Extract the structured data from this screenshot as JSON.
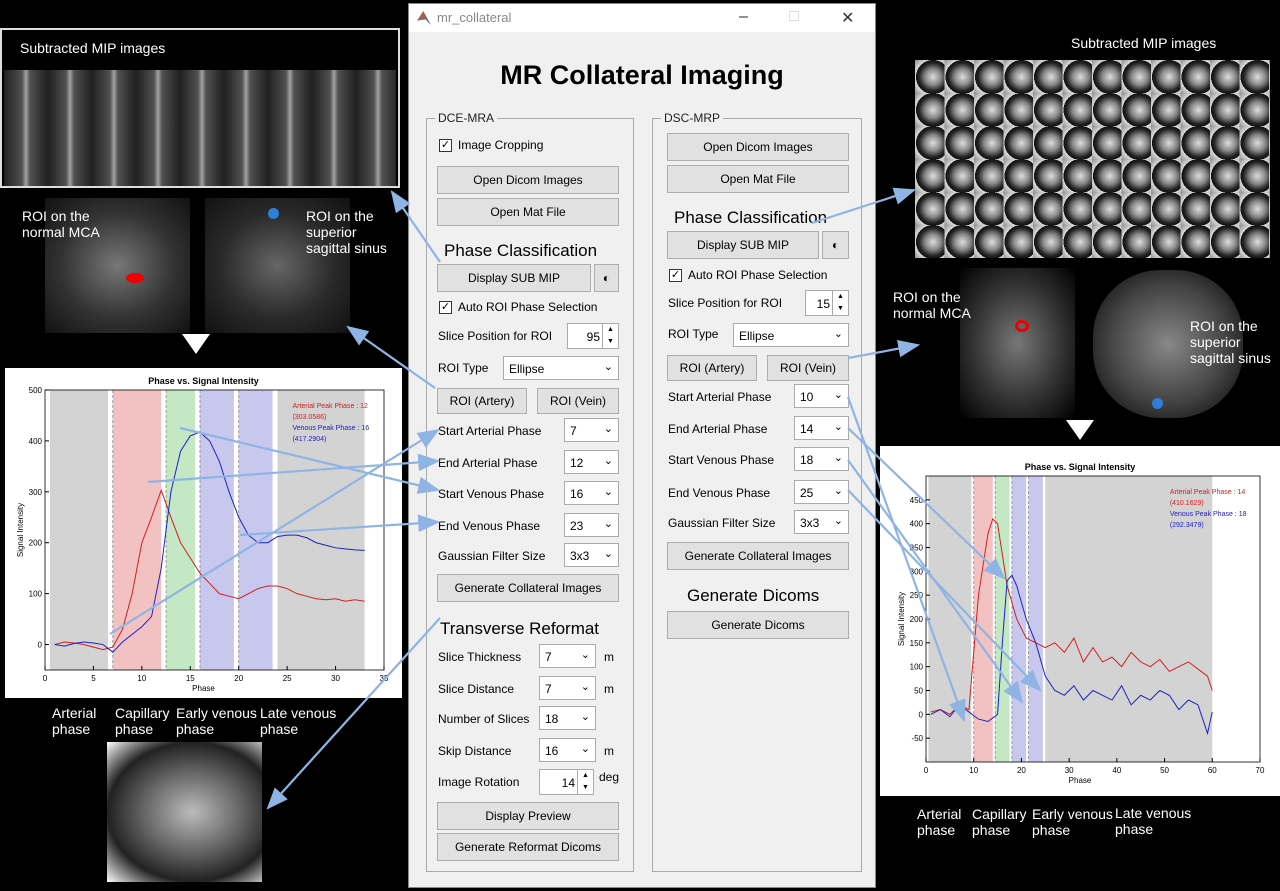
{
  "window": {
    "title": "mr_collateral",
    "app_title": "MR Collateral Imaging"
  },
  "dce": {
    "panel_title": "DCE-MRA",
    "image_cropping": "Image Cropping",
    "open_dicom": "Open Dicom Images",
    "open_mat": "Open Mat File",
    "phase_classification": "Phase Classification",
    "display_sub_mip": "Display SUB MIP",
    "auto_roi": "Auto ROI Phase Selection",
    "slice_position_label": "Slice Position for ROI",
    "slice_position": "95",
    "roi_type_label": "ROI Type",
    "roi_type": "Ellipse",
    "roi_artery": "ROI (Artery)",
    "roi_vein": "ROI (Vein)",
    "start_arterial_label": "Start Arterial Phase",
    "start_arterial": "7",
    "end_arterial_label": "End Arterial Phase",
    "end_arterial": "12",
    "start_venous_label": "Start Venous Phase",
    "start_venous": "16",
    "end_venous_label": "End Venous Phase",
    "end_venous": "23",
    "gaussian_label": "Gaussian Filter Size",
    "gaussian": "3x3",
    "generate_collateral": "Generate Collateral Images",
    "transverse_reformat": "Transverse Reformat",
    "slice_thickness_label": "Slice Thickness",
    "slice_thickness": "7",
    "slice_distance_label": "Slice Distance",
    "slice_distance": "7",
    "num_slices_label": "Number of Slices",
    "num_slices": "18",
    "skip_distance_label": "Skip Distance",
    "skip_distance": "16",
    "unit_m": "m",
    "image_rotation_label": "Image Rotation",
    "image_rotation": "14",
    "unit_deg": "deg",
    "display_preview": "Display Preview",
    "generate_reformat": "Generate Reformat Dicoms"
  },
  "dsc": {
    "panel_title": "DSC-MRP",
    "open_dicom": "Open Dicom Images",
    "open_mat": "Open Mat File",
    "phase_classification": "Phase Classification",
    "display_sub_mip": "Display SUB MIP",
    "auto_roi": "Auto ROI Phase Selection",
    "slice_position_label": "Slice Position for ROI",
    "slice_position": "15",
    "roi_type_label": "ROI Type",
    "roi_type": "Ellipse",
    "roi_artery": "ROI (Artery)",
    "roi_vein": "ROI (Vein)",
    "start_arterial_label": "Start Arterial Phase",
    "start_arterial": "10",
    "end_arterial_label": "End Arterial Phase",
    "end_arterial": "14",
    "start_venous_label": "Start Venous Phase",
    "start_venous": "18",
    "end_venous_label": "End Venous Phase",
    "end_venous": "25",
    "gaussian_label": "Gaussian Filter Size",
    "gaussian": "3x3",
    "generate_collateral": "Generate Collateral Images",
    "generate_dicoms_title": "Generate Dicoms",
    "generate_dicoms": "Generate Dicoms"
  },
  "captions": {
    "sub_mip_left": "Subtracted MIP images",
    "sub_mip_right": "Subtracted MIP images",
    "roi_mca_left": "ROI on the normal MCA",
    "roi_sss_left": "ROI on the superior sagittal sinus",
    "roi_mca_right": "ROI on the normal MCA",
    "roi_sss_right": "ROI on the superior sagittal sinus",
    "arterial": "Arterial phase",
    "capillary": "Capillary phase",
    "early_venous": "Early venous phase",
    "late_venous": "Late venous phase"
  },
  "chart_data": [
    {
      "type": "line",
      "title": "Phase vs. Signal Intensity",
      "xlabel": "Phase",
      "ylabel": "Signal Intensity",
      "xlim": [
        0,
        35
      ],
      "ylim": [
        -50,
        500
      ],
      "xticks": [
        0,
        5,
        10,
        15,
        20,
        25,
        30,
        35
      ],
      "yticks": [
        0,
        100,
        200,
        300,
        400,
        500
      ],
      "bands": [
        {
          "from": 0.5,
          "to": 6.5,
          "color": "#d3d3d3"
        },
        {
          "from": 7,
          "to": 12,
          "color": "#f2c2c2"
        },
        {
          "from": 12.5,
          "to": 15.5,
          "color": "#c4e8c4"
        },
        {
          "from": 16,
          "to": 19.5,
          "color": "#c8c8ee"
        },
        {
          "from": 20,
          "to": 23.5,
          "color": "#c8c8ee"
        },
        {
          "from": 24,
          "to": 33,
          "color": "#d3d3d3"
        }
      ],
      "annotations": [
        {
          "text": "Arterial Peak Phase : 12",
          "color": "#d02020"
        },
        {
          "text": "(303.0586)",
          "color": "#d02020"
        },
        {
          "text": "Venous Peak Phase : 16",
          "color": "#2020c0"
        },
        {
          "text": "(417.2904)",
          "color": "#2020c0"
        }
      ],
      "series": [
        {
          "color": "#d02020",
          "x": [
            1,
            2,
            3,
            4,
            5,
            6,
            7,
            8,
            9,
            10,
            11,
            12,
            13,
            14,
            15,
            16,
            17,
            18,
            19,
            20,
            21,
            22,
            23,
            24,
            25,
            26,
            27,
            28,
            29,
            30,
            31,
            32,
            33
          ],
          "y": [
            0,
            5,
            3,
            0,
            -5,
            -10,
            -5,
            30,
            100,
            200,
            250,
            303,
            250,
            200,
            170,
            140,
            120,
            100,
            95,
            90,
            100,
            110,
            115,
            115,
            110,
            100,
            95,
            90,
            88,
            90,
            85,
            88,
            85
          ]
        },
        {
          "color": "#2020c0",
          "x": [
            1,
            2,
            3,
            4,
            5,
            6,
            7,
            8,
            9,
            10,
            11,
            12,
            13,
            14,
            15,
            16,
            17,
            18,
            19,
            20,
            21,
            22,
            23,
            24,
            25,
            26,
            27,
            28,
            29,
            30,
            31,
            32,
            33
          ],
          "y": [
            0,
            -3,
            2,
            5,
            3,
            0,
            -15,
            5,
            20,
            35,
            55,
            150,
            300,
            380,
            410,
            417,
            400,
            360,
            300,
            250,
            215,
            200,
            200,
            212,
            215,
            215,
            210,
            200,
            195,
            190,
            188,
            186,
            185
          ]
        }
      ]
    },
    {
      "type": "line",
      "title": "Phase vs. Signal Intensity",
      "xlabel": "Phase",
      "ylabel": "Signal Intensity",
      "xlim": [
        0,
        70
      ],
      "ylim": [
        -100,
        500
      ],
      "xticks": [
        0,
        10,
        20,
        30,
        40,
        50,
        60,
        70
      ],
      "yticks": [
        -50,
        0,
        50,
        100,
        150,
        200,
        250,
        300,
        350,
        400,
        450
      ],
      "bands": [
        {
          "from": 0.5,
          "to": 9.5,
          "color": "#d3d3d3"
        },
        {
          "from": 10,
          "to": 14,
          "color": "#f2c2c2"
        },
        {
          "from": 14.5,
          "to": 17.5,
          "color": "#c4e8c4"
        },
        {
          "from": 18,
          "to": 21,
          "color": "#c8c8ee"
        },
        {
          "from": 21.5,
          "to": 24.5,
          "color": "#c8c8ee"
        },
        {
          "from": 25,
          "to": 60,
          "color": "#d3d3d3"
        }
      ],
      "annotations": [
        {
          "text": "Arterial Peak Phase : 14",
          "color": "#d02020"
        },
        {
          "text": "(410.1629)",
          "color": "#d02020"
        },
        {
          "text": "Venous Peak Phase : 18",
          "color": "#2020c0"
        },
        {
          "text": "(292.3479)",
          "color": "#2020c0"
        }
      ],
      "series": [
        {
          "color": "#d02020",
          "x": [
            1,
            3,
            5,
            7,
            9,
            11,
            13,
            14,
            15,
            17,
            19,
            21,
            23,
            25,
            27,
            29,
            31,
            33,
            35,
            37,
            39,
            41,
            43,
            45,
            47,
            49,
            51,
            53,
            55,
            57,
            59,
            60
          ],
          "y": [
            5,
            10,
            0,
            20,
            10,
            250,
            380,
            410,
            400,
            270,
            200,
            160,
            150,
            140,
            150,
            130,
            160,
            110,
            140,
            110,
            120,
            100,
            130,
            110,
            100,
            115,
            90,
            100,
            110,
            95,
            80,
            50
          ]
        },
        {
          "color": "#2020c0",
          "x": [
            1,
            3,
            5,
            7,
            9,
            11,
            13,
            15,
            16,
            17,
            18,
            19,
            21,
            23,
            25,
            27,
            29,
            31,
            33,
            35,
            37,
            39,
            41,
            43,
            45,
            47,
            49,
            51,
            53,
            55,
            57,
            59,
            60
          ],
          "y": [
            0,
            10,
            -5,
            20,
            5,
            -10,
            -15,
            0,
            150,
            280,
            292,
            270,
            200,
            150,
            80,
            50,
            40,
            60,
            30,
            50,
            40,
            30,
            60,
            20,
            40,
            30,
            50,
            40,
            10,
            30,
            20,
            -40,
            5
          ]
        }
      ]
    }
  ]
}
